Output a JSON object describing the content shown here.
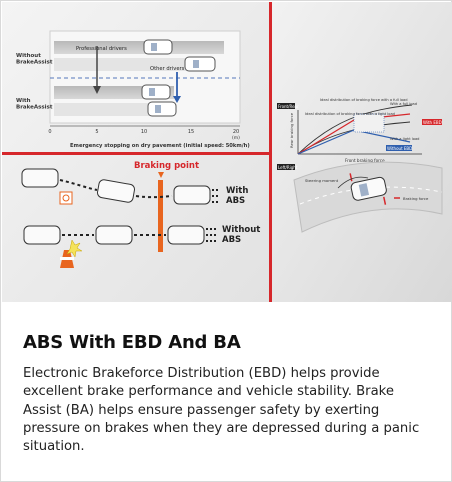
{
  "feature": {
    "title": "ABS With EBD And BA",
    "description": "Electronic Brakeforce Distribution (EBD) helps provide excellent brake performance and vehicle stability. Brake Assist (BA) helps ensure passenger safety by exerting pressure on brakes when they are depressed during a panic situation."
  },
  "diagram_brake_assist": {
    "row_without": "Without\nBrakeAssist",
    "row_with": "With\nBrakeAssist",
    "label_professional": "Professional drivers",
    "label_other": "Other drivers",
    "ticks": [
      "0",
      "5",
      "10",
      "15",
      "20"
    ],
    "unit": "(m)",
    "xlabel": "Emergency stopping on dry pavement (initial speed: 50km/h)"
  },
  "diagram_abs": {
    "braking_point": "Braking point",
    "with_abs": "With\nABS",
    "without_abs": "Without\nABS"
  },
  "diagram_ebd": {
    "tag_top": "Front/Rear",
    "tag_bottom": "Left/Right",
    "ideal_full": "Ideal distribution of braking force with a full load",
    "ideal_light": "Ideal distribution of braking force with a light load",
    "with_full": "With a full load",
    "with_light": "With a light load",
    "with_ebd": "With EBD",
    "without_ebd": "Without EBD",
    "yaxis": "Rear braking force",
    "xaxis": "Front braking force",
    "steering_moment": "Steering moment",
    "braking_force": "Braking force"
  },
  "colors": {
    "divider_red": "#d6272b",
    "accent_blue": "#2f5fae",
    "accent_orange": "#e8651f"
  }
}
